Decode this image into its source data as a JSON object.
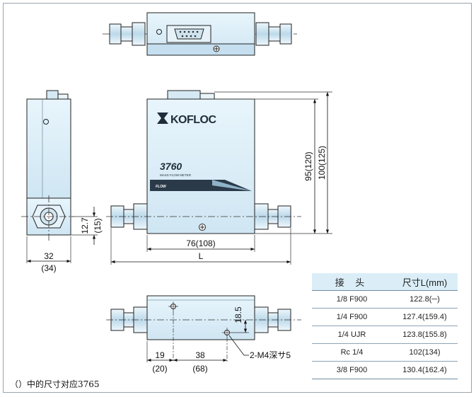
{
  "brand": "KOFLOC",
  "model": "3760",
  "product_name": "MASS FLOW METER",
  "flow_label": "FLOW",
  "dimensions": {
    "height": "95(120)",
    "height_overall": "100(125)",
    "width_side": "32",
    "width_side_alt": "(34)",
    "center_height": "12.7",
    "center_height_alt": "(15)",
    "body_length": "76(108)",
    "overall_length": "L",
    "bottom_hole_offset": "18.5",
    "hole_x1": "19",
    "hole_x1_alt": "(20)",
    "hole_x2": "38",
    "hole_x2_alt": "(68)",
    "mounting_holes": "2-M4深サ5"
  },
  "table": {
    "headers": [
      "接 头",
      "尺寸L(mm)"
    ],
    "rows": [
      [
        "1/8  F900",
        "122.8(─)"
      ],
      [
        "1/4  F900",
        "127.4(159.4)"
      ],
      [
        "1/4  UJR",
        "123.8(155.8)"
      ],
      [
        "Rc  1/4",
        "102(134)"
      ],
      [
        "3/8  F900",
        "130.4(162.4)"
      ]
    ]
  },
  "footnote": "（）中的尺寸对应3765",
  "colors": {
    "body_fill": "#dbeef8",
    "outline": "#222222",
    "table_header": "#dbeef8"
  }
}
